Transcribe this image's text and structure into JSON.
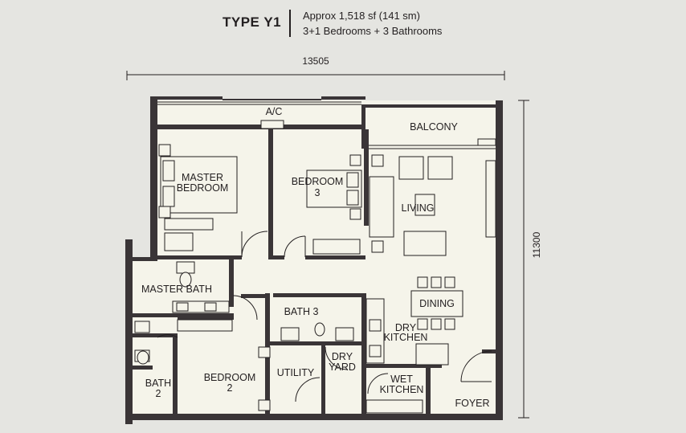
{
  "header": {
    "type_title": "TYPE Y1",
    "area": "Approx 1,518 sf (141 sm)",
    "rooms": "3+1 Bedrooms + 3 Bathrooms"
  },
  "dimensions": {
    "width": "13505",
    "height": "11300"
  },
  "rooms": {
    "ac": "A/C",
    "balcony": "BALCONY",
    "master_bedroom_1": "MASTER",
    "master_bedroom_2": "BEDROOM",
    "bedroom3_1": "BEDROOM",
    "bedroom3_2": "3",
    "living": "LIVING",
    "master_bath": "MASTER BATH",
    "dining": "DINING",
    "bath3": "BATH 3",
    "dry_kitchen_1": "DRY",
    "dry_kitchen_2": "KITCHEN",
    "bath2_1": "BATH",
    "bath2_2": "2",
    "bedroom2_1": "BEDROOM",
    "bedroom2_2": "2",
    "utility": "UTILITY",
    "dry_yard_1": "DRY",
    "dry_yard_2": "YARD",
    "wet_kitchen_1": "WET",
    "wet_kitchen_2": "KITCHEN",
    "foyer": "FOYER"
  },
  "colors": {
    "floor": "#f5f4ea",
    "wall": "#3a3537",
    "background": "#e5e5e1"
  }
}
